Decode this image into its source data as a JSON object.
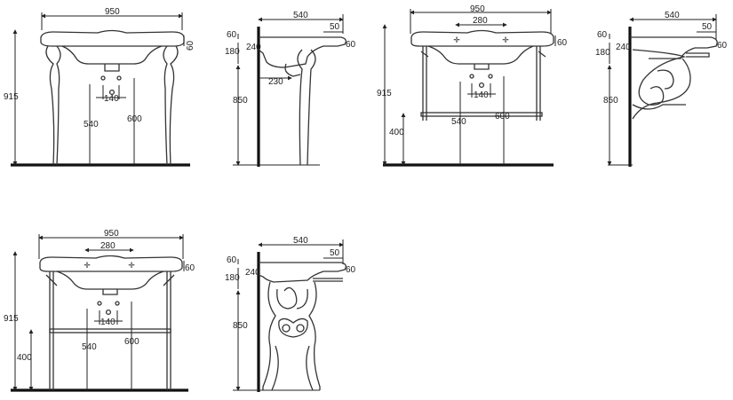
{
  "colors": {
    "ink": "#222222",
    "background": "#ffffff"
  },
  "drawings": {
    "d1": {
      "width": "950",
      "rim": "60",
      "height": "915",
      "pipe_gap": "140",
      "drain": "540",
      "supply": "600"
    },
    "d2": {
      "depth": "540",
      "edge": "50",
      "rim": "60",
      "top": "60",
      "bowl": "180",
      "top_depth": "240",
      "height": "850",
      "trap": "230"
    },
    "d3": {
      "width": "950",
      "holes": "280",
      "rim": "60",
      "height": "915",
      "bar": "400",
      "pipe_gap": "140",
      "drain": "540",
      "supply": "600"
    },
    "d4": {
      "depth": "540",
      "edge": "50",
      "rim": "60",
      "top": "60",
      "bowl": "180",
      "top_depth": "240",
      "height": "850"
    },
    "d5": {
      "width": "950",
      "holes": "280",
      "rim": "60",
      "height": "915",
      "bar": "400",
      "pipe_gap": "140",
      "drain": "540",
      "supply": "600"
    },
    "d6": {
      "depth": "540",
      "edge": "50",
      "rim": "60",
      "top": "60",
      "bowl": "180",
      "top_depth": "240",
      "height": "850"
    }
  }
}
